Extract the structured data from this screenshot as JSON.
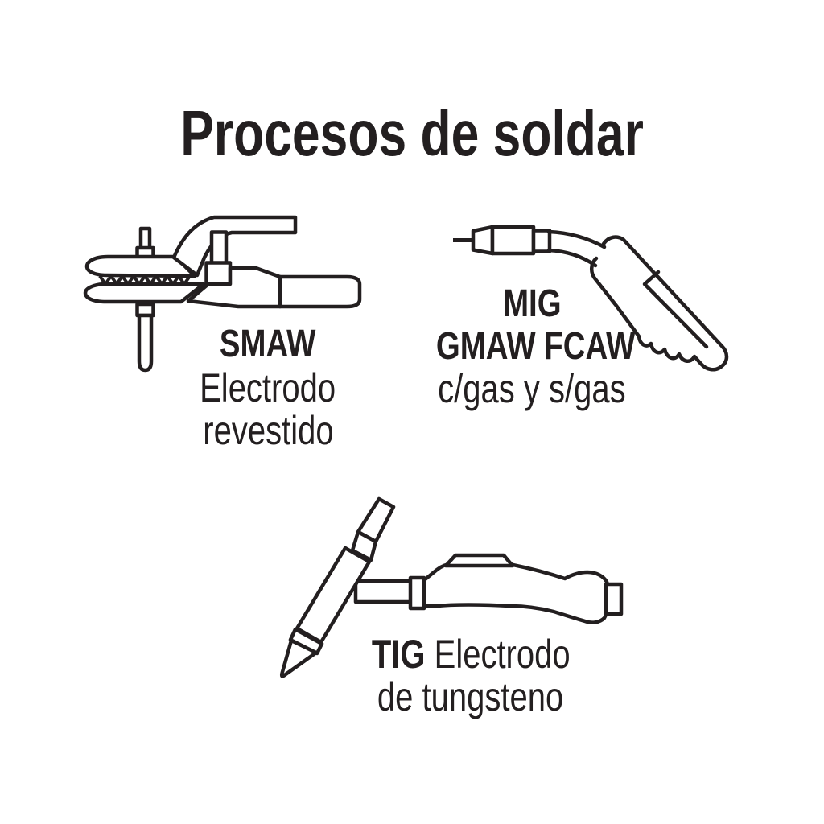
{
  "title": "Procesos de soldar",
  "colors": {
    "line": "#231f20",
    "background": "#ffffff"
  },
  "processes": [
    {
      "name": "SMAW",
      "desc_line1": "Electrodo",
      "desc_line2": "revestido",
      "icon": "smaw-electrode-holder-icon"
    },
    {
      "name": "MIG",
      "name_line2": "GMAW FCAW",
      "desc_line1": "c/gas y s/gas",
      "icon": "mig-torch-icon"
    },
    {
      "name": "TIG",
      "desc_inline": "Electrodo",
      "desc_line2": "de tungsteno",
      "icon": "tig-torch-icon"
    }
  ]
}
